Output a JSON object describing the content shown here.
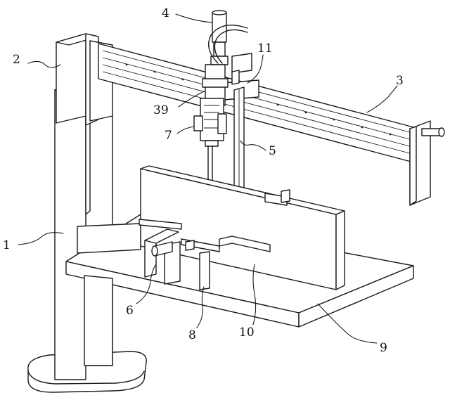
{
  "figure": {
    "callouts": [
      {
        "id": "1",
        "label": "1"
      },
      {
        "id": "2",
        "label": "2"
      },
      {
        "id": "3",
        "label": "3"
      },
      {
        "id": "4",
        "label": "4"
      },
      {
        "id": "5",
        "label": "5"
      },
      {
        "id": "6",
        "label": "6"
      },
      {
        "id": "7",
        "label": "7"
      },
      {
        "id": "8",
        "label": "8"
      },
      {
        "id": "9",
        "label": "9"
      },
      {
        "id": "10",
        "label": "10"
      },
      {
        "id": "11",
        "label": "11"
      },
      {
        "id": "39",
        "label": "39"
      }
    ]
  },
  "colors": {
    "line": "#1a1a1a",
    "fill": "#ffffff"
  }
}
